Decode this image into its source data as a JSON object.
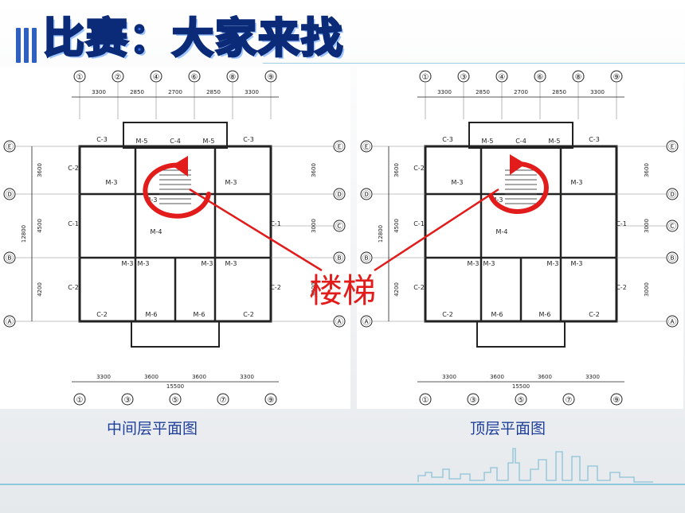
{
  "slide": {
    "title": "比赛：大家来找茬",
    "captions": {
      "left": "中间层平面图",
      "right": "顶层平面图"
    },
    "stair_label": "楼梯"
  },
  "colors": {
    "title_fill": "#2f6df0",
    "title_outline": "#0b2a78",
    "caption": "#1f3f9a",
    "highlight_red": "#e21b1b",
    "rule": "#8fc6e0"
  },
  "plans": {
    "middle_floor": {
      "top_axes": [
        "①",
        "②",
        "④",
        "⑥",
        "⑧",
        "⑨"
      ],
      "bottom_axes": [
        "①",
        "③",
        "⑤",
        "⑦",
        "⑨"
      ],
      "left_axes": [
        "Ⓔ",
        "Ⓓ",
        "Ⓑ",
        "Ⓐ"
      ],
      "right_axes": [
        "Ⓔ",
        "Ⓓ",
        "Ⓒ",
        "Ⓑ",
        "Ⓐ"
      ],
      "top_dims": [
        "3300",
        "2850",
        "2700",
        "2850",
        "3300"
      ],
      "bottom_dims": [
        "3300",
        "3600",
        "3600",
        "3300"
      ],
      "total_width": "15500",
      "left_total": "12800",
      "left_dims": [
        "3600",
        "4500",
        "4200"
      ],
      "right_dims": [
        "3600",
        "3000",
        "3000"
      ],
      "rooms": [
        "C-3",
        "M-5",
        "C-4",
        "M-5",
        "C-3",
        "C-2",
        "M-3",
        "M-3",
        "M-3",
        "C-1",
        "M-4",
        "C-1",
        "M-3",
        "M-3",
        "M-3",
        "M-3",
        "C-2",
        "C-2",
        "M-6",
        "M-6",
        "C-2",
        "C-2"
      ]
    },
    "top_floor": {
      "top_axes": [
        "①",
        "③",
        "④",
        "⑥",
        "⑧",
        "⑨"
      ],
      "bottom_axes": [
        "①",
        "③",
        "⑤",
        "⑦",
        "⑨"
      ],
      "left_axes": [
        "Ⓔ",
        "Ⓓ",
        "Ⓑ",
        "Ⓐ"
      ],
      "right_axes": [
        "Ⓔ",
        "Ⓓ",
        "Ⓒ",
        "Ⓑ",
        "Ⓐ"
      ],
      "top_dims": [
        "3300",
        "2850",
        "2700",
        "2850",
        "3300"
      ],
      "bottom_dims": [
        "3300",
        "3600",
        "3600",
        "3300"
      ],
      "total_width": "15500",
      "left_total": "12800",
      "left_dims": [
        "3600",
        "4500",
        "4200"
      ],
      "right_dims": [
        "3600",
        "3000",
        "3000"
      ],
      "rooms": [
        "C-3",
        "M-5",
        "C-4",
        "M-5",
        "C-3",
        "C-2",
        "M-3",
        "M-3",
        "M-3",
        "C-1",
        "M-4",
        "C-1",
        "M-3",
        "M-3",
        "M-3",
        "M-3",
        "C-2",
        "C-2",
        "M-6",
        "M-6",
        "C-2",
        "C-2"
      ]
    }
  }
}
